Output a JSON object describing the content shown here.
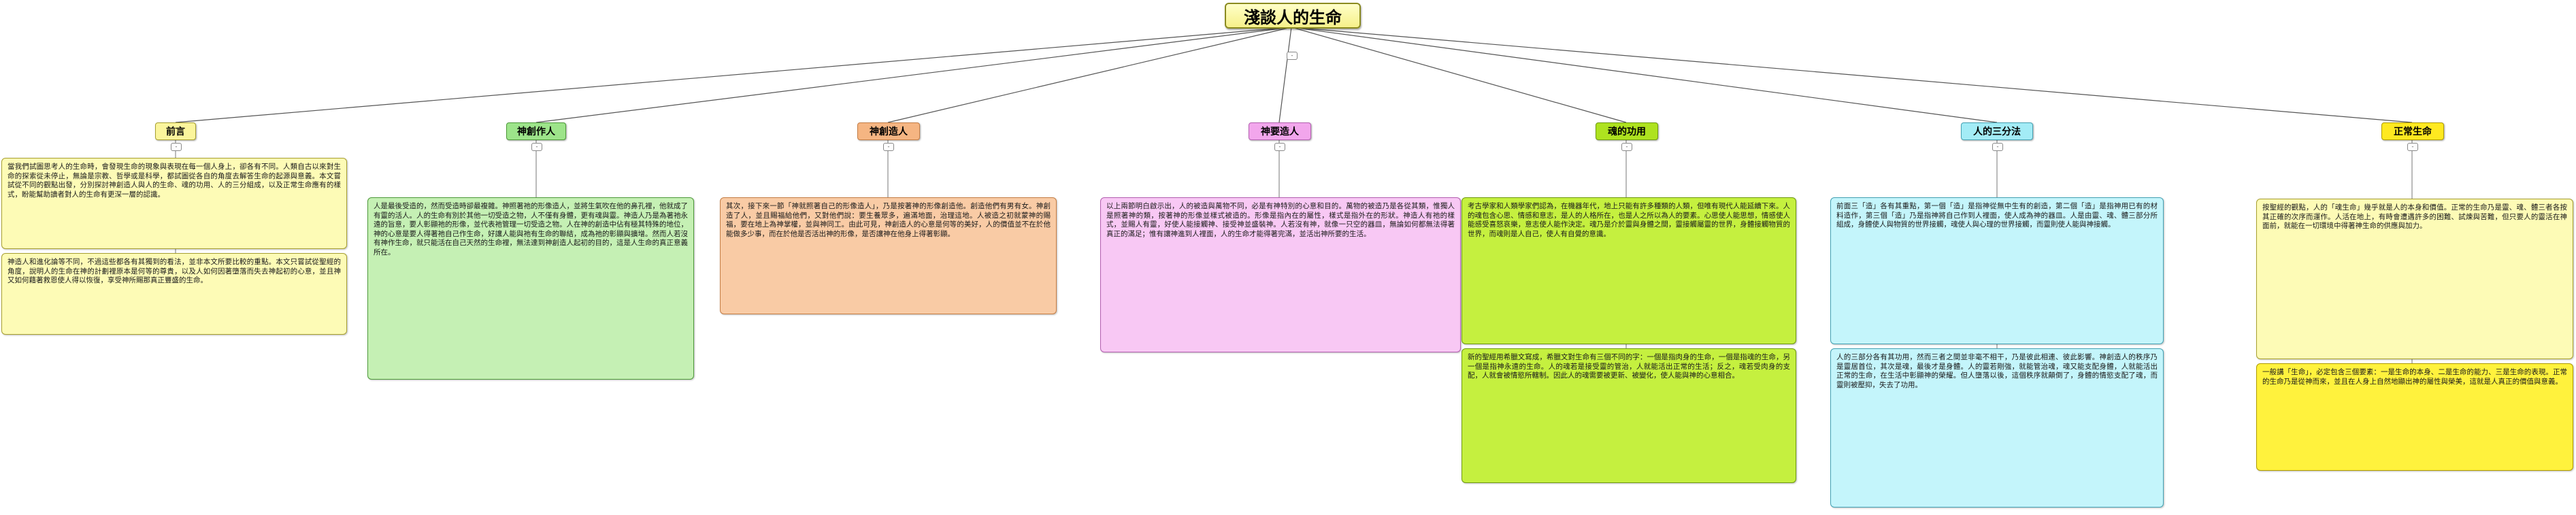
{
  "map": {
    "root": "淺談人的生命",
    "toggle_glyph": "-",
    "topic_glyph": "◆",
    "topics": [
      {
        "id": "intro",
        "label": "前言",
        "cards": [
          "當我們試圖思考人的生命時，會發現生命的現象與表現在每一個人身上，卻各有不同。人類自古以來對生命的探索從未停止，無論是宗教、哲學或是科學，都試圖從各自的角度去解答生命的起源與意義。本文嘗試從不同的觀點出發，分別探討神創造人與人的生命、魂的功用、人的三分組成，以及正常生命應有的樣式，盼能幫助讀者對人的生命有更深一層的認識。",
          "神造人和進化論等不同，不過這些都各有其獨到的看法，並非本文所要比較的重點。本文只嘗試從聖經的角度，說明人的生命在神的計劃裡原本是何等的尊貴，以及人如何因著墮落而失去神起初的心意，並且神又如何藉著救恩使人得以恢復，享受神所賜那真正豐盛的生命。"
        ]
      },
      {
        "id": "god-created",
        "label": "神創作人",
        "cards": [
          "人是最後受造的，然而受造時卻最複雜。神照著祂的形像造人，並將生氣吹在他的鼻孔裡，他就成了有靈的活人。人的生命有別於其他一切受造之物，人不僅有身體，更有魂與靈。神造人乃是為著祂永遠的旨意，要人彰顯祂的形像，並代表祂管理一切受造之物。人在神的創造中佔有極其特殊的地位，神的心意是要人得著祂自己作生命，好讓人能與祂有生命的聯結，成為祂的彰顯與擴增。然而人若沒有神作生命，就只能活在自己天然的生命裡，無法達到神創造人起初的目的，這是人生命的真正意義所在。"
        ]
      },
      {
        "id": "god-loves",
        "label": "神創造人",
        "cards": [
          "其次，接下來一節「神就照著自己的形像造人」，乃是按著神的形像創造他。創造他們有男有女。神創造了人，並且賜福給他們，又對他們說：要生養眾多，遍滿地面，治理這地。人被造之初就蒙神的賜福，要在地上為神掌權，並與神同工。由此可見，神創造人的心意是何等的美好，人的價值並不在於他能做多少事，而在於他是否活出神的形像，是否讓神在他身上得著彰顯。"
        ]
      },
      {
        "id": "god-wants",
        "label": "神要造人",
        "cards": [
          "以上兩節明白啟示出，人的被造與萬物不同，必是有神特別的心意和目的。萬物的被造乃是各從其類，惟獨人是照著神的類，按著神的形像並樣式被造的。形像是指內在的屬性，樣式是指外在的形狀。神造人有祂的樣式，並賜人有靈，好使人能接觸神、接受神並盛裝神。人若沒有神，就像一只空的器皿，無論如何都無法得著真正的滿足；惟有讓神進到人裡面，人的生命才能得著完滿，並活出神所要的生活。"
        ]
      },
      {
        "id": "soul",
        "label": "魂的功用",
        "cards": [
          "考古學家和人類學家們認為，在機器年代，地上只能有許多種類的人類，但唯有現代人能延續下來。人的魂包含心思、情感和意志，是人的人格所在，也是人之所以為人的要素。心思使人能思想，情感使人能感受喜怒哀樂，意志使人能作決定。魂乃是介於靈與身體之間，靈接觸屬靈的世界，身體接觸物質的世界，而魂則是人自己，使人有自覺的意識。",
          "新的聖經用希臘文寫成，希臘文對生命有三個不同的字：一個是指肉身的生命，一個是指魂的生命，另一個是指神永遠的生命。人的魂若是接受靈的管治，人就能活出正常的生活；反之，魂若受肉身的支配，人就會被情慾所轄制。因此人的魂需要被更新、被變化，使人能與神的心意相合。"
        ]
      },
      {
        "id": "tripartite",
        "label": "人的三分法",
        "cards": [
          "前面三「造」各有其重點，第一個「造」是指神從無中生有的創造，第二個「造」是指神用已有的材料造作，第三個「造」乃是指神將自己作到人裡面，使人成為神的器皿。人是由靈、魂、體三部分所組成，身體使人與物質的世界接觸，魂使人與心理的世界接觸，而靈則使人能與神接觸。",
          "人的三部分各有其功用，然而三者之間並非毫不相干，乃是彼此相連、彼此影響。神創造人的秩序乃是靈居首位，其次是魂，最後才是身體。人的靈若剛強，就能管治魂，魂又能支配身體，人就能活出正常的生命，在生活中彰顯神的榮耀。但人墮落以後，這個秩序就顛倒了，身體的情慾支配了魂，而靈則被壓抑，失去了功用。"
        ]
      },
      {
        "id": "normal",
        "label": "正常生命",
        "cards": [
          "按聖經的觀點，人的「魂生命」幾乎就是人的本身和價值。正常的生命乃是靈、魂、體三者各按其正確的次序而運作。人活在地上，有時會遭遇許多的困難、試煉與苦難，但只要人的靈活在神面前，就能在一切環境中得著神生命的供應與加力。",
          "一般講「生命」，必定包含三個要素：一是生命的本身、二是生命的能力、三是生命的表現。正常的生命乃是從神而來，並且在人身上自然地顯出神的屬性與榮美，這就是人真正的價值與意義。"
        ]
      }
    ]
  }
}
